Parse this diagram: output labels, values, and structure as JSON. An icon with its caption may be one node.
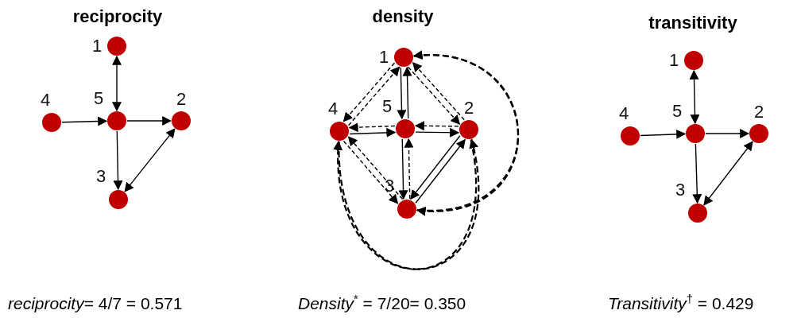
{
  "diagram": {
    "nodes": [
      {
        "text": [],
        "shape": "circle",
        "beside": [
          "1"
        ]
      },
      {
        "text": [],
        "shape": "circle",
        "beside": [
          "2"
        ]
      },
      {
        "text": [],
        "shape": "circle",
        "beside": [
          "3"
        ]
      },
      {
        "text": [],
        "shape": "circle",
        "beside": [
          "4"
        ]
      },
      {
        "text": [],
        "shape": "circle",
        "beside": [
          "5"
        ]
      },
      {
        "text": [],
        "shape": "circle",
        "beside": [
          "1"
        ]
      },
      {
        "text": [],
        "shape": "circle",
        "beside": [
          "2"
        ]
      },
      {
        "text": [],
        "shape": "circle",
        "beside": [
          "3"
        ]
      },
      {
        "text": [],
        "shape": "circle",
        "beside": [
          "4"
        ]
      },
      {
        "text": [],
        "shape": "circle",
        "beside": [
          "5"
        ]
      },
      {
        "text": [],
        "shape": "circle",
        "beside": [
          "1"
        ]
      },
      {
        "text": [],
        "shape": "circle",
        "beside": [
          "2"
        ]
      },
      {
        "text": [],
        "shape": "circle",
        "beside": [
          "3"
        ]
      },
      {
        "text": [],
        "shape": "circle",
        "beside": [
          "4"
        ]
      },
      {
        "text": [],
        "shape": "circle",
        "beside": [
          "5"
        ]
      }
    ],
    "edges": [
      {
        "from": 4,
        "to": 0,
        "arrow": "both"
      },
      {
        "from": 3,
        "to": 4,
        "arrow": "to"
      },
      {
        "from": 4,
        "to": 1,
        "arrow": "to"
      },
      {
        "from": 4,
        "to": 2,
        "arrow": "to"
      },
      {
        "from": 1,
        "to": 2,
        "arrow": "both"
      },
      {
        "from": 8,
        "to": 9,
        "arrow": "to"
      },
      {
        "from": 9,
        "to": 6,
        "arrow": "to"
      },
      {
        "from": 5,
        "to": 9,
        "arrow": "to"
      },
      {
        "from": 9,
        "to": 5,
        "arrow": "to"
      },
      {
        "from": 9,
        "to": 7,
        "arrow": "to"
      },
      {
        "from": 7,
        "to": 6,
        "arrow": "to"
      },
      {
        "from": 6,
        "to": 7,
        "arrow": "to"
      },
      {
        "from": 5,
        "to": 8,
        "arrow": "to",
        "style": "dashed"
      },
      {
        "from": 8,
        "to": 5,
        "arrow": "to",
        "style": "dashed"
      },
      {
        "from": 5,
        "to": 6,
        "arrow": "to",
        "style": "dashed"
      },
      {
        "from": 6,
        "to": 5,
        "arrow": "to",
        "style": "dashed"
      },
      {
        "from": 9,
        "to": 8,
        "arrow": "to",
        "style": "dashed"
      },
      {
        "from": 6,
        "to": 9,
        "arrow": "to",
        "style": "dashed"
      },
      {
        "from": 7,
        "to": 9,
        "arrow": "to",
        "style": "dashed"
      },
      {
        "from": 8,
        "to": 7,
        "arrow": "to",
        "style": "dashed"
      },
      {
        "from": 7,
        "to": 8,
        "arrow": "to",
        "style": "dashed"
      },
      {
        "from": 7,
        "to": 5,
        "arrow": "to",
        "style": "dashed"
      },
      {
        "from": 5,
        "to": 7,
        "arrow": "to",
        "style": "dashed"
      },
      {
        "from": 6,
        "to": 8,
        "arrow": "to",
        "style": "dashed"
      },
      {
        "from": 8,
        "to": 6,
        "arrow": "to",
        "style": "dashed"
      },
      {
        "from": 14,
        "to": 10,
        "arrow": "both"
      },
      {
        "from": 13,
        "to": 14,
        "arrow": "to"
      },
      {
        "from": 14,
        "to": 11,
        "arrow": "to"
      },
      {
        "from": 14,
        "to": 12,
        "arrow": "to"
      },
      {
        "from": 11,
        "to": 12,
        "arrow": "both"
      }
    ],
    "labels": [
      "reciprocity",
      "density",
      "transitivity",
      "*reciprocity*= 4/7 = 0.571",
      "*Density*$^{*}$ = 7/20= 0.350",
      "*Transitivity*$^{†}$ = 0.429"
    ]
  }
}
